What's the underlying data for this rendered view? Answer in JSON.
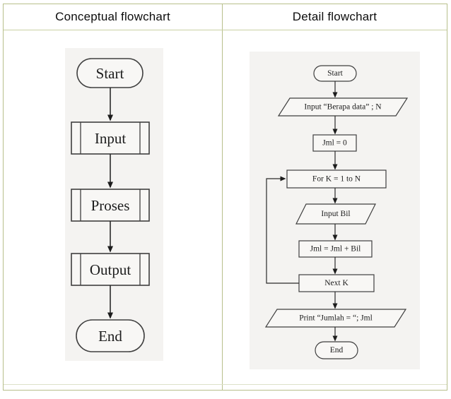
{
  "headers": {
    "left": "Conceptual flowchart",
    "right": "Detail flowchart"
  },
  "colors": {
    "table_border": "#b7bf8b",
    "photo_background": "#f4f3f1",
    "shape_stroke": "#3f3f3f",
    "label_text": "#1c1c1c"
  },
  "conceptual_flowchart": {
    "nodes": [
      {
        "type": "terminator",
        "label": "Start"
      },
      {
        "type": "predefined-process",
        "label": "Input"
      },
      {
        "type": "predefined-process",
        "label": "Proses"
      },
      {
        "type": "predefined-process",
        "label": "Output"
      },
      {
        "type": "terminator",
        "label": "End"
      }
    ]
  },
  "detail_flowchart": {
    "nodes": [
      {
        "type": "terminator",
        "label": "Start"
      },
      {
        "type": "input-output",
        "label": "Input “Berapa data” ; N"
      },
      {
        "type": "process",
        "label": "Jml = 0"
      },
      {
        "type": "process",
        "label": "For K = 1 to N"
      },
      {
        "type": "input-output",
        "label": "Input Bil"
      },
      {
        "type": "process",
        "label": "Jml = Jml + Bil"
      },
      {
        "type": "process",
        "label": "Next K"
      },
      {
        "type": "input-output",
        "label": "Print “Jumlah = “; Jml"
      },
      {
        "type": "terminator",
        "label": "End"
      }
    ],
    "loop": "Next K returns to For K = 1 to N"
  }
}
